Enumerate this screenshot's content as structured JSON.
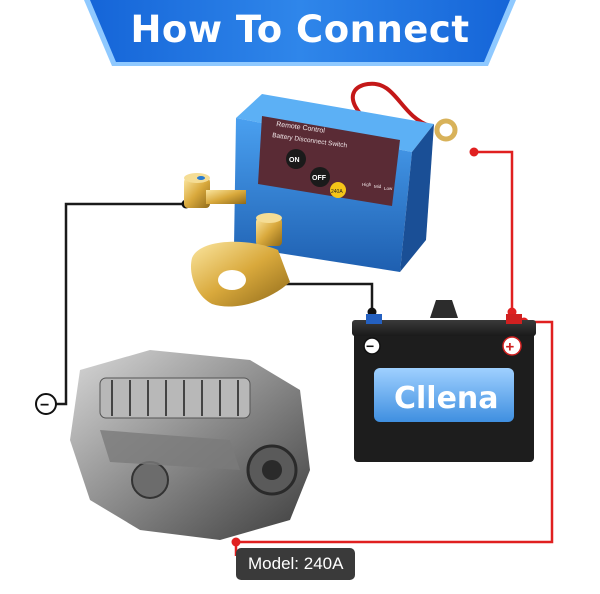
{
  "header": {
    "title": "How To Connect",
    "colors": {
      "banner_dark": "#1565d8",
      "banner_light": "#5ab1ff"
    }
  },
  "switch_device": {
    "label_line1": "Remote Control",
    "label_line2": "Battery Disconnect Switch",
    "on_label": "ON",
    "off_label": "OFF",
    "rating": "240A",
    "modes": [
      "High",
      "Mid",
      "Low"
    ],
    "colors": {
      "body": "#2d7fd2",
      "panel": "#5a2b35"
    }
  },
  "battery": {
    "brand": "Cllena",
    "negative_symbol": "−",
    "positive_symbol": "+"
  },
  "engine": {
    "ground_symbol": "−"
  },
  "wires": {
    "colors": {
      "negative": "#1a1a1a",
      "positive": "#e02020"
    }
  },
  "footer": {
    "model_label": "Model: 240A"
  }
}
